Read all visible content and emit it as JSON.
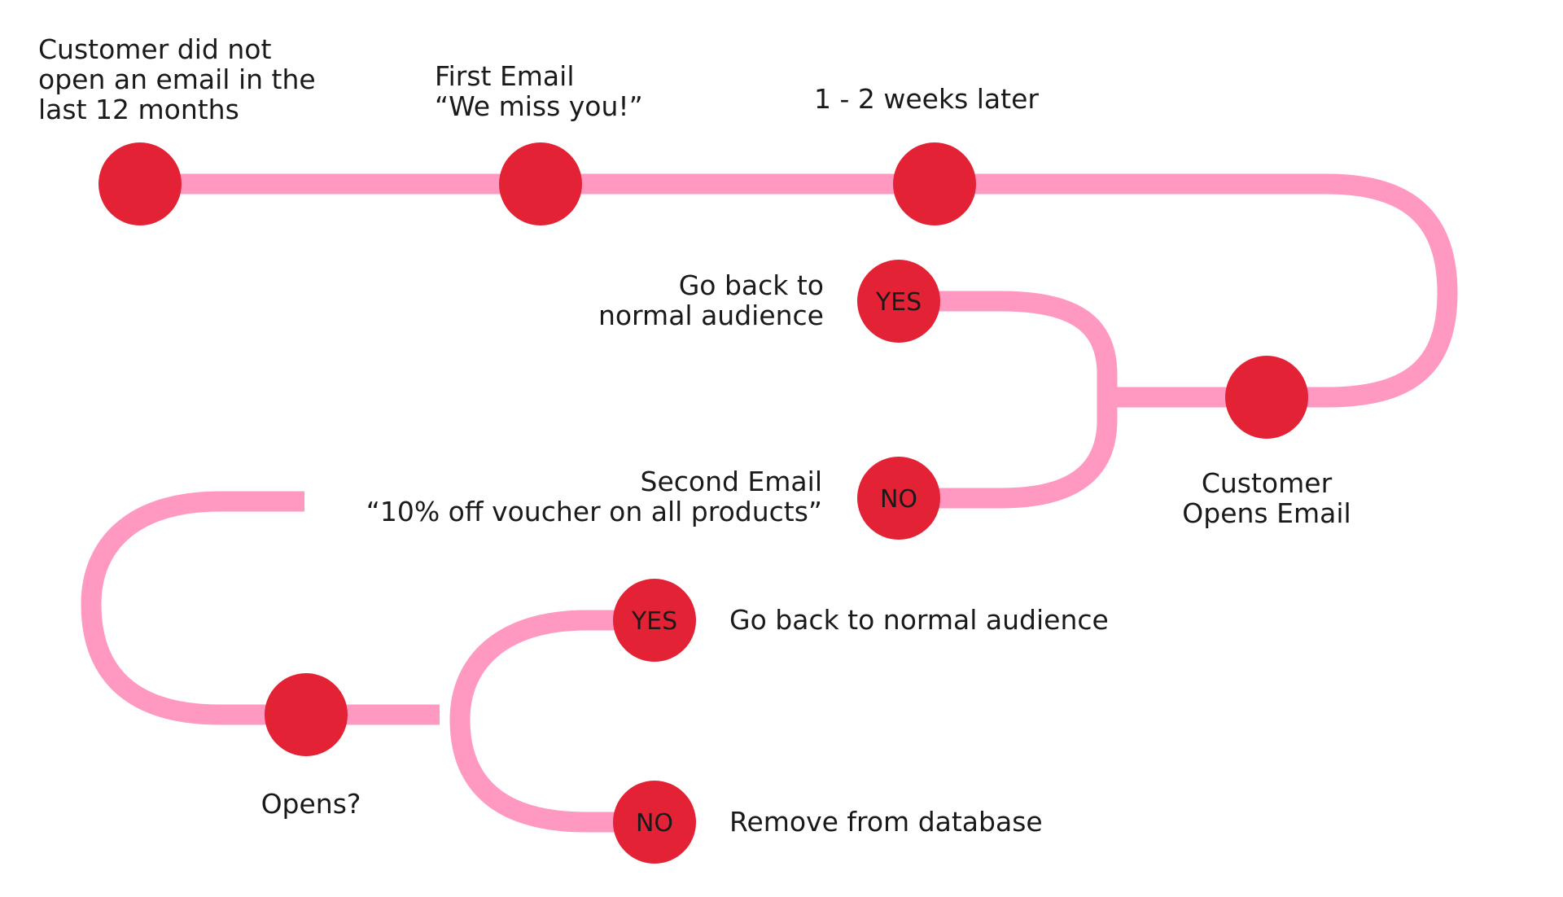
{
  "colors": {
    "track": "#ff99c2",
    "node": "#e32235",
    "text": "#1a1a1a",
    "background": "#ffffff"
  },
  "labels": {
    "start_line1": "Customer did not",
    "start_line2": "open an email in the",
    "start_line3": "last 12 months",
    "first_email_line1": "First Email",
    "first_email_line2": "“We miss you!”",
    "wait": "1 - 2 weeks later",
    "opens_email_line1": "Customer",
    "opens_email_line2": "Opens Email",
    "yes1_action_line1": "Go back to",
    "yes1_action_line2": "normal audience",
    "second_email_line1": "Second Email",
    "second_email_line2": "“10% off voucher on all products”",
    "opens_question": "Opens?",
    "yes2_action": "Go back to normal audience",
    "no2_action": "Remove from database"
  },
  "nodes": {
    "yes1": "YES",
    "no1": "NO",
    "yes2": "YES",
    "no2": "NO"
  }
}
